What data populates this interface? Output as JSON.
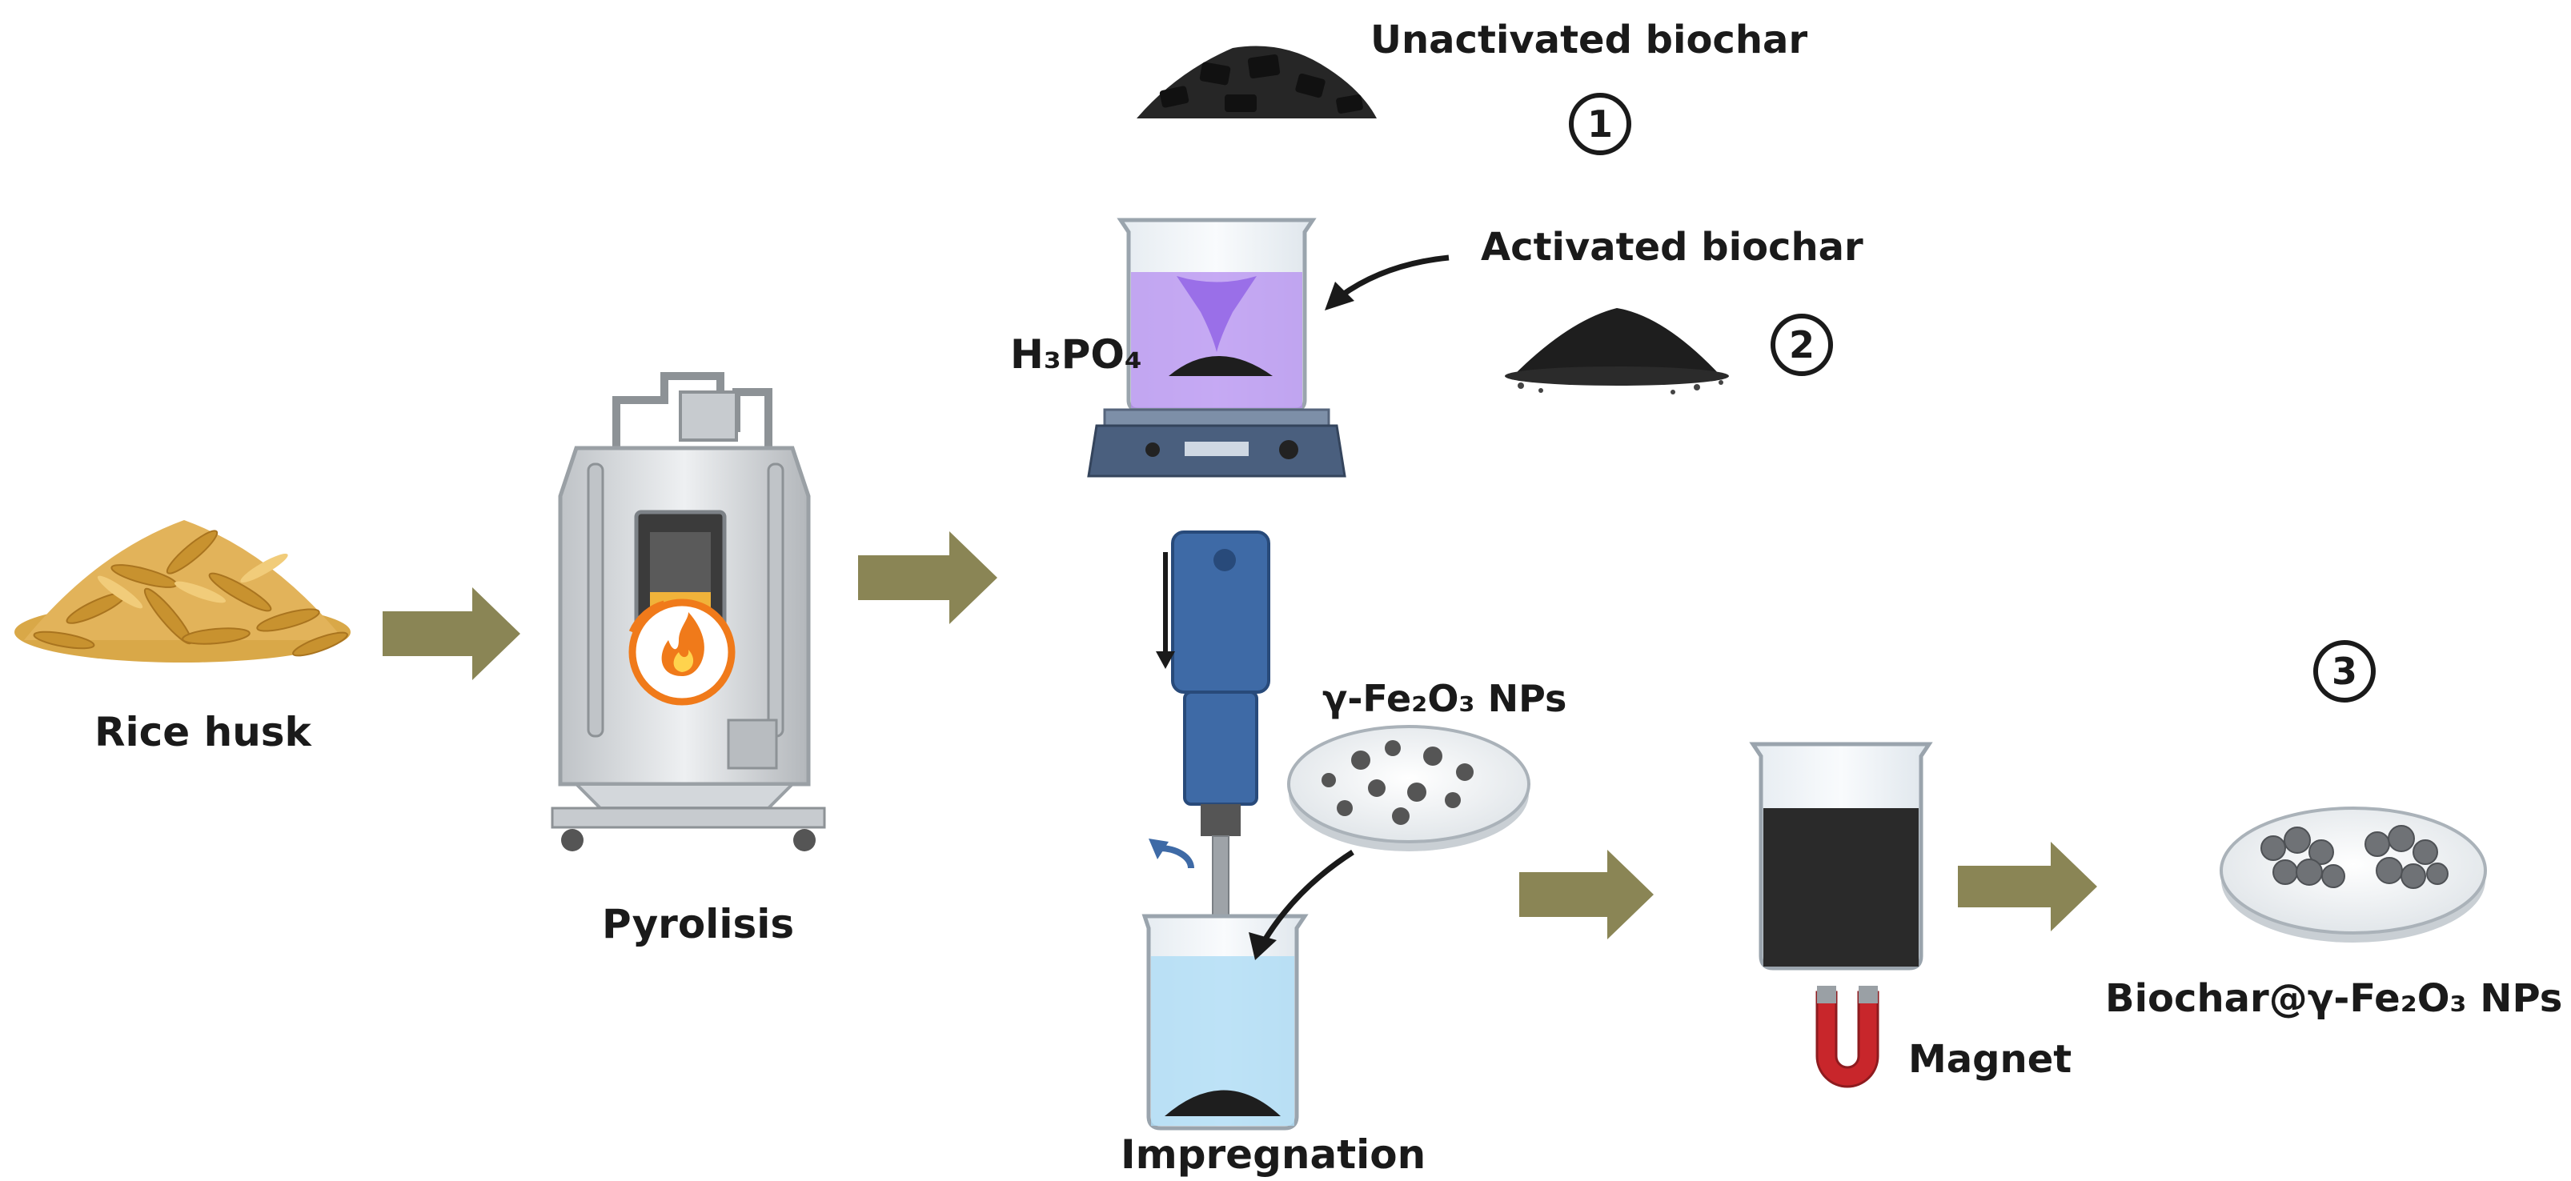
{
  "labels": {
    "rice_husk": "Rice husk",
    "pyrolisis": "Pyrolisis",
    "unactivated_biochar": "Unactivated biochar",
    "activated_biochar": "Activated biochar",
    "acid": "H₃PO₄",
    "nanoparticles": "γ-Fe₂O₃ NPs",
    "impregnation": "Impregnation",
    "magnet": "Magnet",
    "product": "Biochar@γ-Fe₂O₃ NPs"
  },
  "steps": {
    "one": "1",
    "two": "2",
    "three": "3"
  },
  "colors": {
    "flow_arrow": "#8a8555",
    "text": "#1a1a1a",
    "flame": "#f07a1a",
    "mixer_blue": "#3e6aa6",
    "liquid_purple": "#b48ef0",
    "liquid_blue": "#aedcf5",
    "biochar": "#1e1e1e",
    "magnet_red": "#c8262b"
  },
  "icons": [
    "rice-husk-pile-icon",
    "pyrolysis-furnace-icon",
    "flame-icon",
    "biochar-pile-icon",
    "beaker-icon",
    "magnetic-stirrer-icon",
    "homogenizer-icon",
    "petri-dish-icon",
    "magnet-icon",
    "flow-arrow-icon"
  ]
}
